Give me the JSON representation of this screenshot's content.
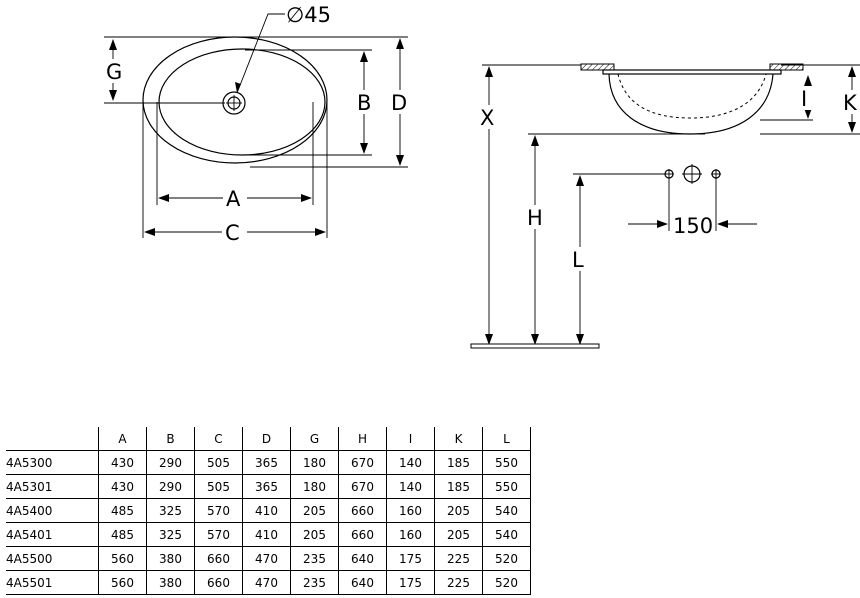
{
  "labels": {
    "diameter": "∅45",
    "a": "A",
    "b": "B",
    "c": "C",
    "d": "D",
    "g": "G",
    "x": "X",
    "h": "H",
    "i": "I",
    "k": "K",
    "l": "L",
    "spacing": "150"
  },
  "table": {
    "columns": [
      "A",
      "B",
      "C",
      "D",
      "G",
      "H",
      "I",
      "K",
      "L"
    ],
    "rows": [
      {
        "model": "4A5300",
        "values": [
          "430",
          "290",
          "505",
          "365",
          "180",
          "670",
          "140",
          "185",
          "550"
        ]
      },
      {
        "model": "4A5301",
        "values": [
          "430",
          "290",
          "505",
          "365",
          "180",
          "670",
          "140",
          "185",
          "550"
        ]
      },
      {
        "model": "4A5400",
        "values": [
          "485",
          "325",
          "570",
          "410",
          "205",
          "660",
          "160",
          "205",
          "540"
        ]
      },
      {
        "model": "4A5401",
        "values": [
          "485",
          "325",
          "570",
          "410",
          "205",
          "660",
          "160",
          "205",
          "540"
        ]
      },
      {
        "model": "4A5500",
        "values": [
          "560",
          "380",
          "660",
          "470",
          "235",
          "640",
          "175",
          "225",
          "520"
        ]
      },
      {
        "model": "4A5501",
        "values": [
          "560",
          "380",
          "660",
          "470",
          "235",
          "640",
          "175",
          "225",
          "520"
        ]
      }
    ]
  }
}
